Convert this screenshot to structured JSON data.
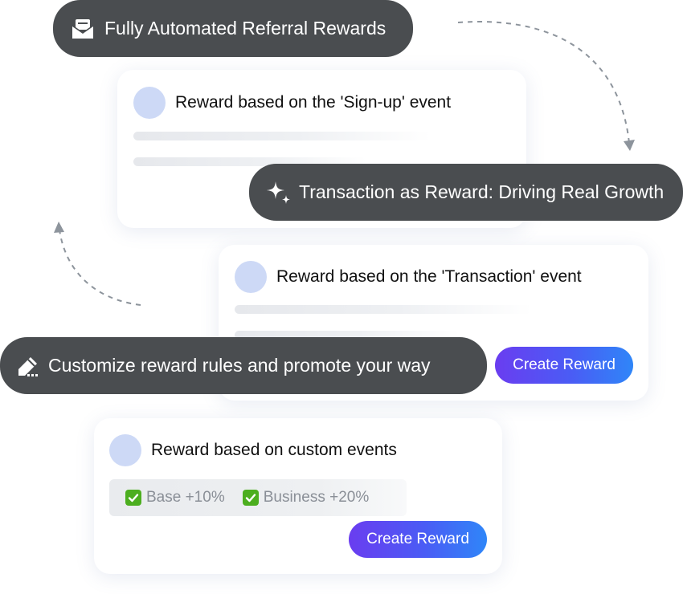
{
  "pills": {
    "automated": {
      "label": "Fully Automated Referral Rewards",
      "icon": "envelope-icon"
    },
    "transaction": {
      "label": "Transaction as Reward: Driving Real Growth",
      "icon": "sparkle-icon"
    },
    "customize": {
      "label": "Customize reward rules and promote your way",
      "icon": "pencil-icon"
    }
  },
  "cards": {
    "signup": {
      "title": "Reward based on the 'Sign-up' event"
    },
    "transaction": {
      "title": "Reward based on the 'Transaction' event",
      "button": "Create Reward"
    },
    "custom": {
      "title": "Reward based on custom events",
      "tags": [
        "Base +10%",
        "Business +20%"
      ],
      "button": "Create Reward"
    }
  },
  "colors": {
    "pill_bg": "#4a4d50",
    "button_gradient_start": "#6a3df0",
    "button_gradient_end": "#2f86f8",
    "avatar": "#cdd9f6",
    "check": "#4cae1f"
  }
}
